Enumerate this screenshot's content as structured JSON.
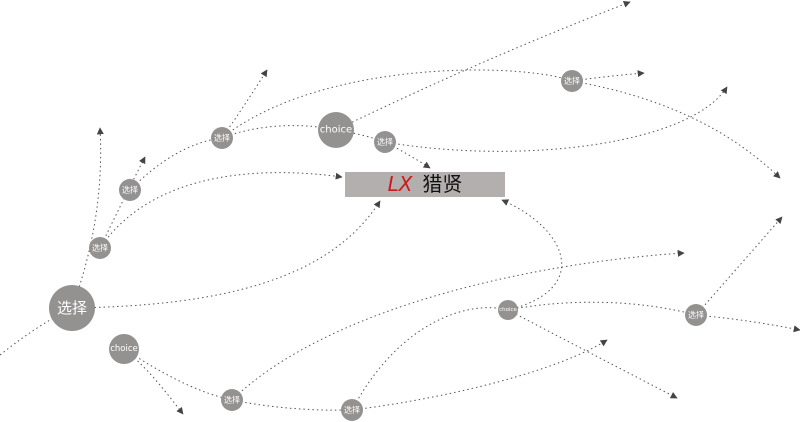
{
  "title": {
    "brand": "LX",
    "name": "猎贤",
    "brand_color": "#cc1a1a",
    "box_color": "#b3afaf"
  },
  "node_color": "#949191",
  "edge_color": "#555555",
  "nodes": [
    {
      "id": "n-big-left",
      "label": "选择"
    },
    {
      "id": "n-choice-top",
      "label": "choice"
    },
    {
      "id": "n-choice-left",
      "label": "choice"
    },
    {
      "id": "n-choice-small",
      "label": "choice"
    },
    {
      "id": "n-xz-1",
      "label": "选择"
    },
    {
      "id": "n-xz-2",
      "label": "选择"
    },
    {
      "id": "n-xz-3",
      "label": "选择"
    },
    {
      "id": "n-xz-4",
      "label": "选择"
    },
    {
      "id": "n-xz-5",
      "label": "选择"
    },
    {
      "id": "n-xz-6",
      "label": "选择"
    },
    {
      "id": "n-xz-7",
      "label": "选择"
    },
    {
      "id": "n-xz-8",
      "label": "选择"
    }
  ]
}
